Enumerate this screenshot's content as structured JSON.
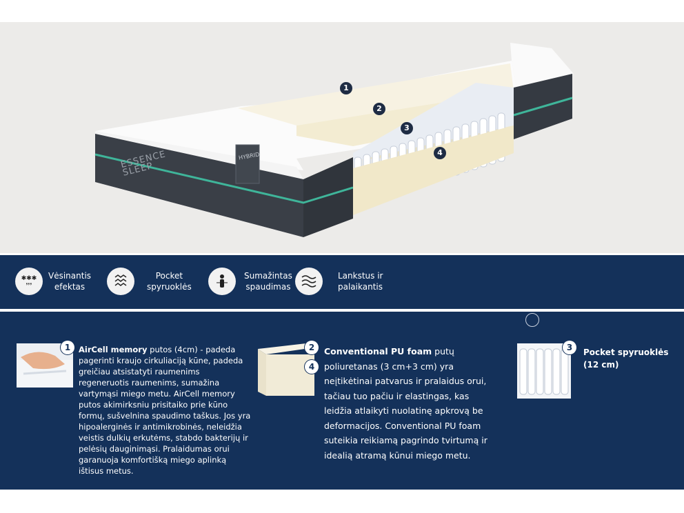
{
  "brand": {
    "logo_line1": "ESSENCE",
    "logo_line2": "SLEEP",
    "label": "HYBRID"
  },
  "markers": [
    "1",
    "2",
    "3",
    "4"
  ],
  "features": [
    {
      "icon": "snowflake-drops-icon",
      "label": "Vėsinantis\nefektas"
    },
    {
      "icon": "spring-coil-icon",
      "label": "Pocket\nspyruoklės"
    },
    {
      "icon": "person-pressure-icon",
      "label": "Sumažintas\nspaudimas"
    },
    {
      "icon": "layers-wave-icon",
      "label": "Lankstus ir\npalaikantis"
    }
  ],
  "details": {
    "memory": {
      "badge": "1",
      "title": "AirCell memory",
      "text": " putos (4cm) - padeda pagerinti kraujo cirkuliaciją kūne, padeda greičiau atsistatyti raumenims regeneruotis raumenims, sumažina vartymąsi miego metu. AirCell memory putos akimirksniu prisitaiko prie kūno formų, sušvelnina spaudimo taškus. Jos yra hipoalerginės ir antimikrobinės, neleidžia veistis dulkių erkutėms, stabdo bakterijų ir pelėsių dauginimąsi. Pralaidumas orui garanuoja komfortišką miego aplinką ištisus metus."
    },
    "foam": {
      "badge_a": "2",
      "badge_b": "4",
      "title": "Conventional PU foam",
      "text": " putų poliuretanas (3 cm+3 cm) yra neįtikėtinai patvarus ir pralaidus orui, tačiau tuo pačiu ir elastingas, kas leidžia atlaikyti nuolatinę apkrovą be deformacijos. Conventional PU foam suteikia reikiamą pagrindo tvirtumą ir idealią atramą kūnui miego metu."
    },
    "springs": {
      "badge": "3",
      "title": "Pocket spyruoklės",
      "subtitle": "(12 cm)"
    }
  },
  "colors": {
    "navy": "#14315a",
    "accent_stripe": "#3fb59a",
    "mattress_dark": "#3a3f47",
    "foam": "#f3ecd2"
  }
}
